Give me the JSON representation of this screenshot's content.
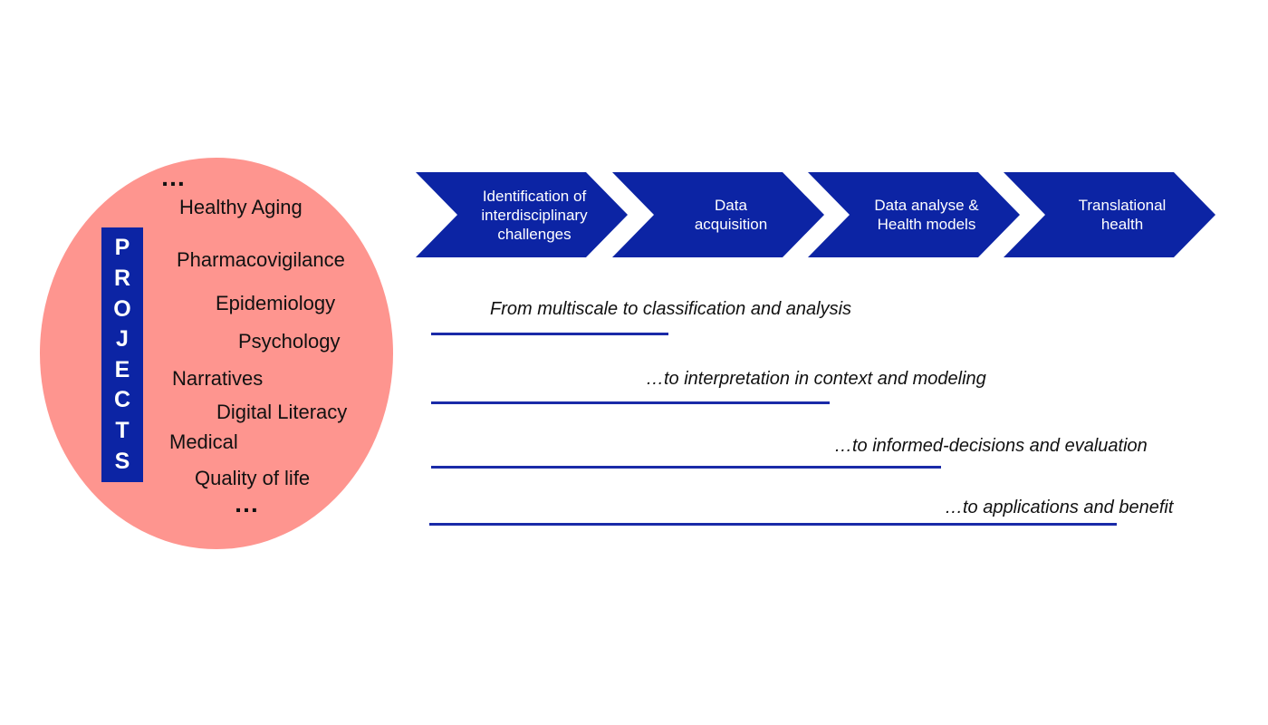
{
  "projects": {
    "label": "PROJECTS",
    "letters": [
      "P",
      "R",
      "O",
      "J",
      "E",
      "C",
      "T",
      "S"
    ],
    "top_ellipsis": "…",
    "bottom_ellipsis": "…",
    "items": [
      "Healthy Aging",
      "Pharmacovigilance",
      "Epidemiology",
      "Psychology",
      "Narratives",
      "Digital Literacy",
      "Medical",
      "Quality of life"
    ]
  },
  "process": {
    "steps": [
      {
        "line1": "Identification of",
        "line2": "interdisciplinary",
        "line3": "challenges"
      },
      {
        "line1": "Data",
        "line2": "acquisition"
      },
      {
        "line1": "Data analyse &",
        "line2": "Health models"
      },
      {
        "line1": "Translational",
        "line2": "health"
      }
    ]
  },
  "statements": [
    "From multiscale to classification and analysis",
    "…to interpretation in context and modeling",
    "…to informed-decisions and evaluation",
    "…to applications and benefit"
  ],
  "colors": {
    "ellipse": "#fe958f",
    "blue": "#0c24a4",
    "line": "#1a2aa8"
  }
}
